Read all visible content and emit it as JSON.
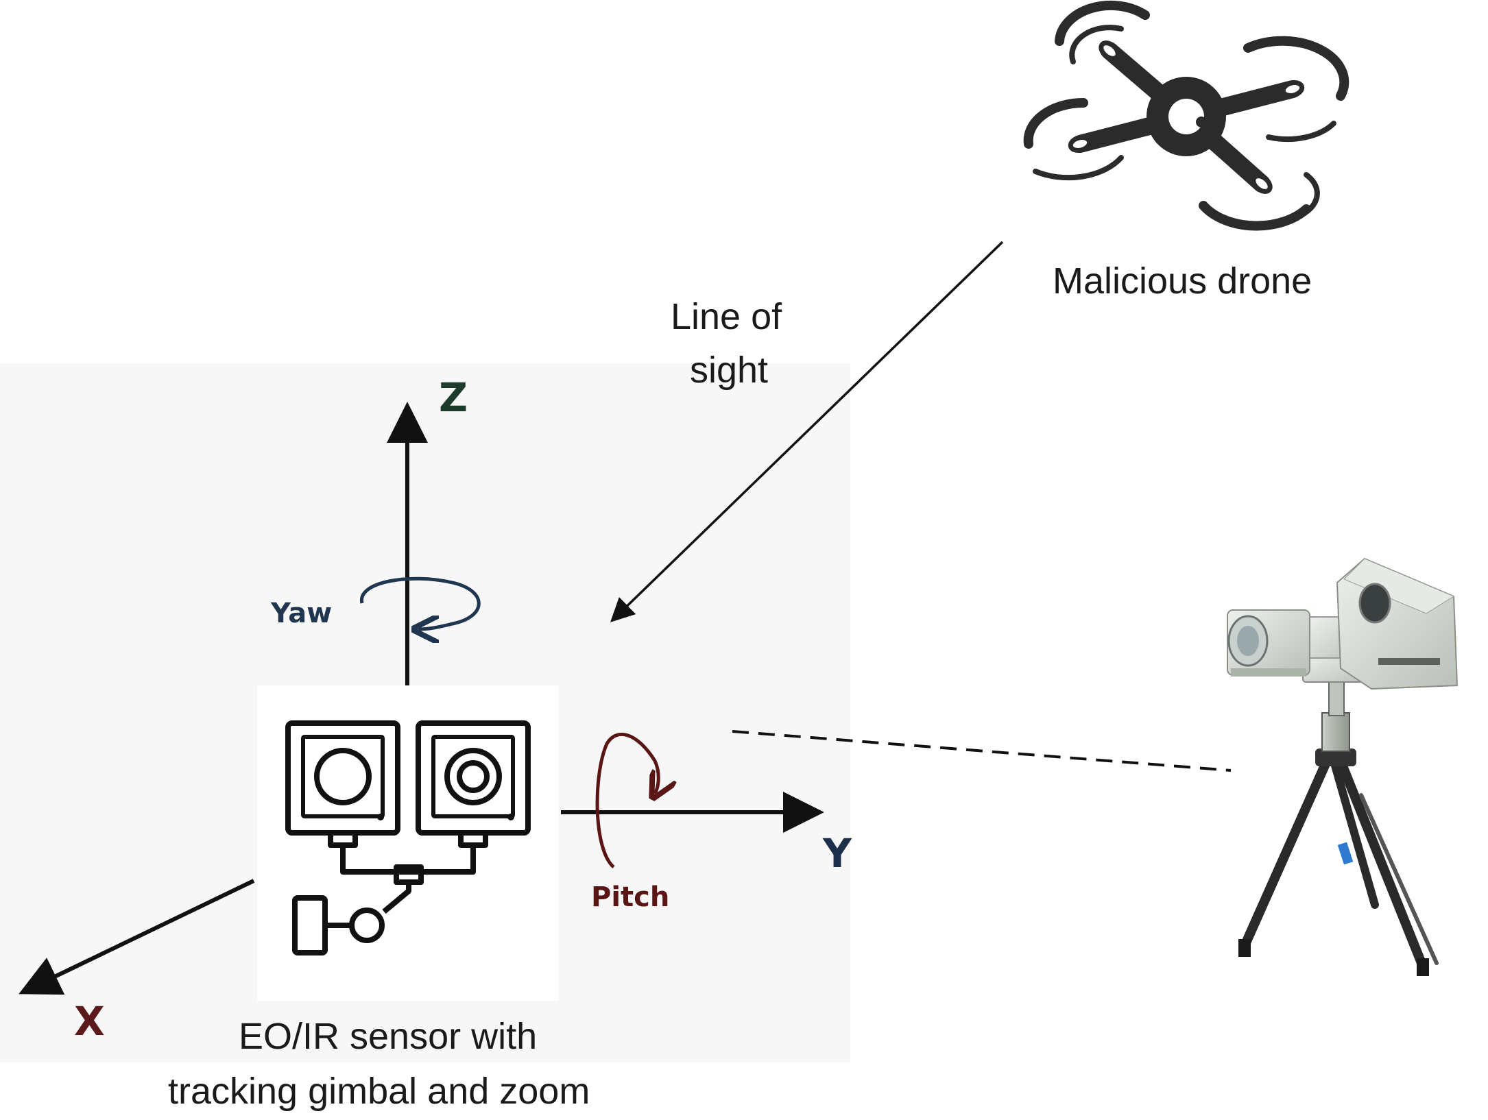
{
  "labels": {
    "drone": "Malicious drone",
    "line_of_sight_1": "Line of",
    "line_of_sight_2": "sight",
    "axis_z": "Z",
    "axis_y": "Y",
    "axis_x": "X",
    "yaw": "Yaw",
    "pitch": "Pitch",
    "sensor_1": "EO/IR sensor with",
    "sensor_2": "tracking gimbal and zoom"
  },
  "colors": {
    "axis_z": "#1d3b2a",
    "axis_y": "#1b2e4a",
    "axis_x": "#5a1a1a",
    "yaw": "#1f3550",
    "pitch": "#5a1515",
    "ink": "#111111",
    "device_body": "#d9ded8"
  },
  "icons": {
    "drone": "quadcopter-icon",
    "sensor": "dual-camera-gimbal-icon",
    "photo": "tripod-eo-ir-camera"
  }
}
